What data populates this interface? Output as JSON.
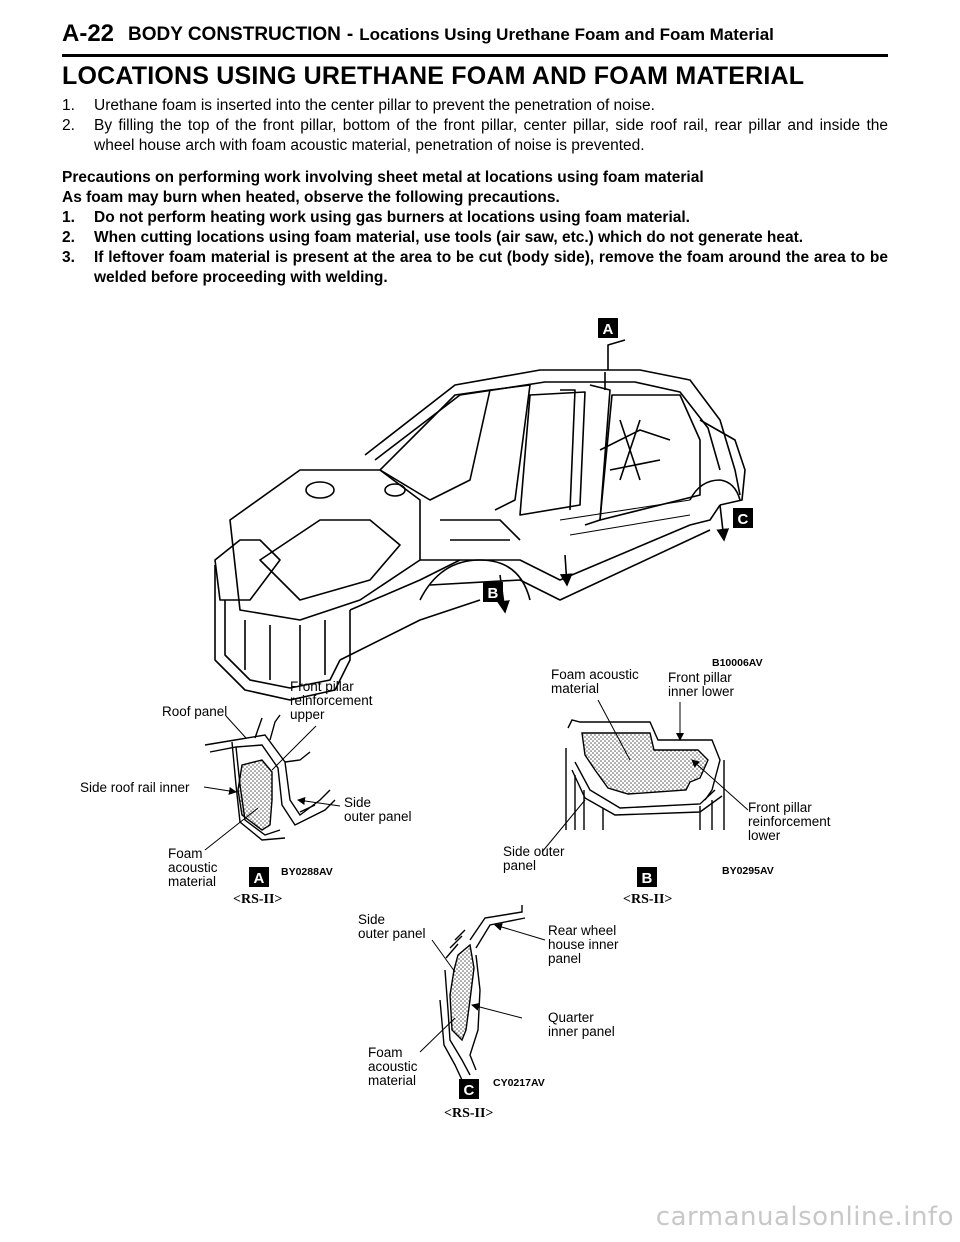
{
  "header": {
    "page_number": "A-22",
    "section": "BODY CONSTRUCTION",
    "separator": "-",
    "subsection": "Locations Using Urethane Foam and Foam Material"
  },
  "title": "LOCATIONS USING URETHANE FOAM AND FOAM MATERIAL",
  "intro_items": [
    {
      "num": "1.",
      "text": "Urethane foam is inserted into the center pillar to prevent the penetration of noise."
    },
    {
      "num": "2.",
      "text": "By filling the top of the front pillar, bottom of the front pillar, center pillar, side roof rail, rear pillar and inside the wheel house arch with foam acoustic material, penetration of noise is prevented."
    }
  ],
  "precautions": {
    "heading": "Precautions on performing work involving sheet metal at locations using foam material",
    "subheading": "As foam may burn when heated, observe the following precautions.",
    "items": [
      {
        "num": "1.",
        "text": "Do not perform heating work using gas burners at locations using foam material."
      },
      {
        "num": "2.",
        "text": "When cutting locations using foam material, use tools (air saw, etc.) which do not generate heat."
      },
      {
        "num": "3.",
        "text": "If leftover foam material is present at the area to be cut (body side), remove the foam around the area to be welded before proceeding with welding."
      }
    ]
  },
  "main_figure": {
    "code": "B10006AV",
    "markers": [
      "A",
      "C",
      "B"
    ]
  },
  "detail_a": {
    "badge": "A",
    "code": "BY0288AV",
    "caption": "<RS-II>",
    "labels": {
      "roof_panel": "Roof panel",
      "front_pillar_reinf_upper": [
        "Front pillar",
        "reinforcement",
        "upper"
      ],
      "side_roof_rail_inner": "Side roof rail inner",
      "side_outer_panel": [
        "Side",
        "outer panel"
      ],
      "foam": [
        "Foam",
        "acoustic",
        "material"
      ]
    }
  },
  "detail_b": {
    "badge": "B",
    "code": "BY0295AV",
    "caption": "<RS-II>",
    "labels": {
      "foam": [
        "Foam acoustic",
        "material"
      ],
      "front_pillar_inner_lower": [
        "Front pillar",
        "inner lower"
      ],
      "front_pillar_reinf_lower": [
        "Front pillar",
        "reinforcement",
        "lower"
      ],
      "side_outer_panel": [
        "Side outer",
        "panel"
      ]
    }
  },
  "detail_c": {
    "badge": "C",
    "code": "CY0217AV",
    "caption": "<RS-II>",
    "labels": {
      "side_outer_panel": [
        "Side",
        "outer panel"
      ],
      "rear_wheel_house_inner": [
        "Rear wheel",
        "house inner",
        "panel"
      ],
      "quarter_inner_panel": [
        "Quarter",
        "inner panel"
      ],
      "foam": [
        "Foam",
        "acoustic",
        "material"
      ]
    }
  },
  "watermark": "carmanualsonline.info"
}
